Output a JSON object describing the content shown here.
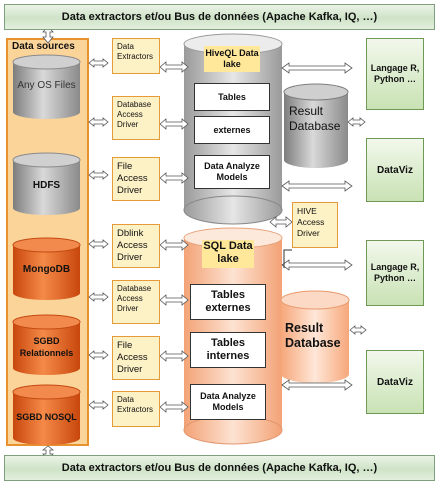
{
  "bus_top": "Data extractors et/ou Bus de données (Apache Kafka, IQ, …)",
  "bus_bottom": "Data extractors et/ou Bus de données (Apache Kafka, IQ, …)",
  "sources": {
    "title": "Data sources",
    "items": [
      "Any OS Files",
      "HDFS",
      "MongoDB",
      "SGBD Relationnels",
      "SGBD NOSQL"
    ]
  },
  "drivers": [
    "Data Extractors",
    "Database Access Driver",
    "File Access Driver",
    "Dblink Access Driver",
    "Database Access Driver",
    "File Access Driver",
    "Data Extractors"
  ],
  "hive_lake": {
    "title": "HiveQL Data lake",
    "boxes": [
      "Tables",
      "externes",
      "Data Analyze Models"
    ]
  },
  "sql_lake": {
    "title": "SQL Data lake",
    "boxes": [
      "Tables externes",
      "Tables internes",
      "Data Analyze Models"
    ]
  },
  "hive_driver": "HIVE Access Driver",
  "result_db_top": "Result Database",
  "result_db_bottom": "Result Database",
  "outputs": [
    {
      "label": "Langage R, Python …"
    },
    {
      "label": "DataViz"
    },
    {
      "label": "Langage R, Python …"
    },
    {
      "label": "DataViz"
    }
  ],
  "colors": {
    "source_panel": "#fbd49a",
    "driver_fill": "#fdf1c6",
    "hive_cylinder": "#bdbdbd",
    "sql_cylinder": "#f7b48c",
    "orange_db": "#e8641e",
    "output_green": "#c9e2b4"
  }
}
